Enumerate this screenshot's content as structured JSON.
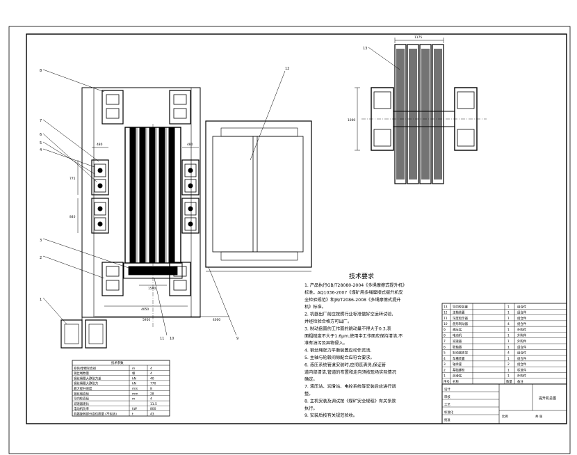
{
  "callouts": {
    "c1": "1",
    "c2": "2",
    "c3": "3",
    "c4": "4",
    "c5": "5",
    "c6": "6",
    "c7": "7",
    "c8": "8",
    "c9": "9",
    "c10": "10",
    "c11": "11",
    "c12": "12",
    "c13": "13"
  },
  "dimensions": {
    "d_top_a": "480",
    "d_top_b": "480",
    "d_side_1": "775",
    "d_side_2": "840",
    "d_bottom_1": "1500",
    "d_bottom_2": "4050",
    "d_bottom_3": "5950",
    "d_bottom_4": "4000",
    "d_view_top": "1175",
    "d_view_side": "1000"
  },
  "tech_requirements": {
    "title": "技术要求",
    "lines": [
      "1. 产品执行GB/T28080-2004《多绳摩擦式提升机》",
      "标准。AQ1036-2007《煤矿用多绳摩擦式提升机安",
      "全检验规范》和JB/T2086-2008《多绳摩擦式提升",
      "机》标准。",
      "2. 机器出厂前应按照行业标准做好空运转试验,",
      "并经检验合格方可出厂。",
      "3. 制动盘面的工作面的跳动量不得大于0.3,表",
      "面粗糙度不大于1.6μm,使用中工作面应保持清洁,不",
      "准有油污及异物侵入。",
      "4. 钢丝绳张力平衡装置应动作灵活,",
      "5. 主轴与轮毂间隙配合应符合要求。",
      "6. 液压系统管道安装时,应彻底清洗,保证管",
      "道内部清洁,管道的布置和走向须按现场实际情况",
      "确定。",
      "7. 液压站、润滑站、电控系统等安装后应进行调",
      "整。",
      "8. 主机安装及调试按《煤矿安全规程》有关条款",
      "执行。",
      "9. 安装后按有关规范验收。"
    ]
  },
  "param_table": {
    "title": "技术参数",
    "rows": [
      [
        "卷筒/摩擦轮直径",
        "m",
        "4"
      ],
      [
        "钢丝绳数量",
        "根",
        "4"
      ],
      [
        "钢丝绳最大静张力差",
        "kN",
        "40"
      ],
      [
        "钢丝绳最大静张力",
        "kN",
        "770"
      ],
      [
        "最大提升速度",
        "m/s",
        "8"
      ],
      [
        "钢丝绳直径",
        "mm",
        "28"
      ],
      [
        "导向轮直径",
        "m",
        "4"
      ],
      [
        "减速器速比",
        "",
        "11.5"
      ],
      [
        "电动机功率",
        "kW",
        "800"
      ],
      [
        "机器旋转部分变位质量 (不包括)",
        "t",
        "43"
      ]
    ]
  },
  "parts_list": {
    "rows": [
      [
        "13",
        "导向轮装置",
        "1",
        "组合件"
      ],
      [
        "12",
        "主轴装置",
        "1",
        "组合件"
      ],
      [
        "11",
        "深度指示器",
        "1",
        "组合件"
      ],
      [
        "10",
        "盘形制动器",
        "4",
        "组合件"
      ],
      [
        "9",
        "液压站",
        "1",
        "外购件"
      ],
      [
        "8",
        "电动机",
        "1",
        "外购件"
      ],
      [
        "7",
        "减速器",
        "1",
        "外购件"
      ],
      [
        "6",
        "联轴器",
        "1",
        "组合件"
      ],
      [
        "5",
        "制动器支架",
        "4",
        "组合件"
      ],
      [
        "4",
        "车槽装置",
        "1",
        "组合件"
      ],
      [
        "3",
        "轴承座",
        "2",
        "组合件"
      ],
      [
        "2",
        "基础螺栓",
        "1",
        "标准件"
      ],
      [
        "1",
        "润滑站",
        "1",
        "外购件"
      ]
    ],
    "header": [
      "序号",
      "名称",
      "数量",
      "备注"
    ]
  },
  "title_block": {
    "drawing_title": "提升机总图",
    "scale_label": "比例",
    "sheet_label": "共 张",
    "row_labels": [
      "设计",
      "审核",
      "工艺",
      "标准化",
      "批准"
    ]
  }
}
